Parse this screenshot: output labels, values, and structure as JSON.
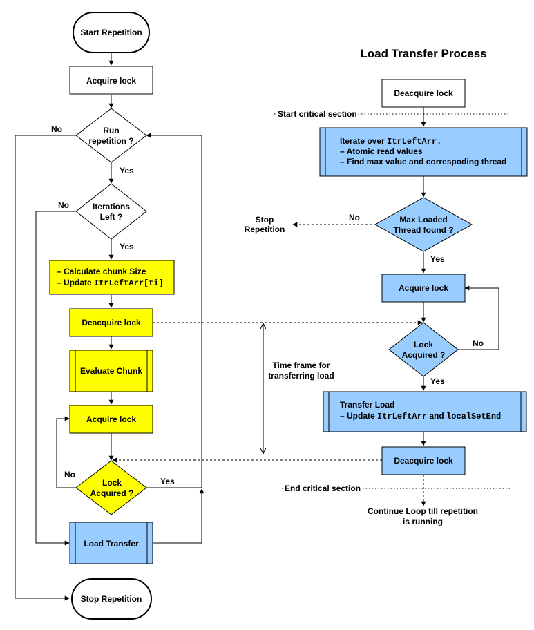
{
  "diagram": {
    "title": "Load Transfer Process",
    "colors": {
      "yellow": "#ffff00",
      "blue": "#99ccff",
      "white": "#ffffff",
      "line": "#000000"
    },
    "left": {
      "start": "Start Repetition",
      "acquire_lock": "Acquire lock",
      "run_repetition": [
        "Run",
        "repetition ?"
      ],
      "iterations_left": [
        "Iterations",
        "Left ?"
      ],
      "calc_line1": "– Calculate chunk Size",
      "calc_line2_prefix": "– Update ",
      "calc_line2_code": "ItrLeftArr[ti]",
      "deacquire_lock": "Deacquire lock",
      "evaluate_chunk": "Evaluate Chunk",
      "acquire_lock_2": "Acquire lock",
      "lock_acquired": [
        "Lock",
        "Acquired ?"
      ],
      "load_transfer": "Load Transfer",
      "stop": "Stop Repetition"
    },
    "right": {
      "deacquire_lock_top": "Deacquire lock",
      "start_critical": "Start critical section",
      "iterate_prefix": "Iterate over ",
      "iterate_code": "ItrLeftArr.",
      "iterate_line2": "– Atomic  read values",
      "iterate_line3": "– Find max value and correspoding thread",
      "max_loaded": [
        "Max Loaded",
        "Thread found ?"
      ],
      "stop_repetition": [
        "Stop",
        "Repetition"
      ],
      "acquire_lock": "Acquire lock",
      "lock_acquired": [
        "Lock",
        "Acquired ?"
      ],
      "transfer_title": "Transfer Load",
      "transfer_prefix": "– Update ",
      "transfer_code1": "ItrLeftArr",
      "transfer_and": " and ",
      "transfer_code2": "localSetEnd",
      "deacquire_lock_bottom": "Deacquire lock",
      "end_critical": "End critical section",
      "continue": [
        "Continue Loop till repetition",
        "is running"
      ]
    },
    "time_frame": [
      "Time frame for",
      "transferring load"
    ],
    "edge_labels": {
      "no": "No",
      "yes": "Yes"
    }
  }
}
